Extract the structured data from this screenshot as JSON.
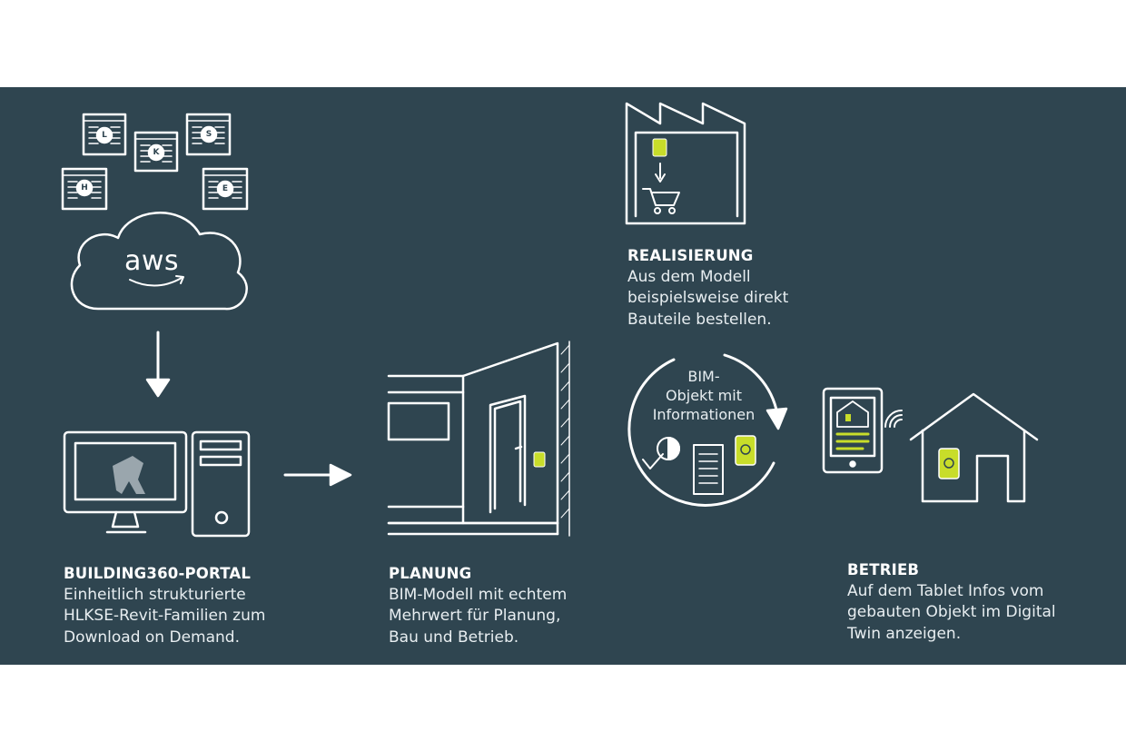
{
  "colors": {
    "panel": "#2f4550",
    "line": "#ffffff",
    "accent": "#c8dd2a"
  },
  "portal": {
    "title": "BUILDING360-PORTAL",
    "lines": [
      "Einheitlich strukturierte",
      "HLKSE-Revit-Familien zum",
      "Download on Demand."
    ],
    "cloud_label": "aws",
    "doc_letters": [
      "L",
      "K",
      "S",
      "H",
      "E"
    ]
  },
  "planung": {
    "title": "PLANUNG",
    "lines": [
      "BIM-Modell mit echtem",
      "Mehrwert für Planung,",
      "Bau und Betrieb."
    ]
  },
  "realisierung": {
    "title": "REALISIERUNG",
    "lines": [
      "Aus dem Modell",
      "beispielsweise direkt",
      "Bauteile bestellen."
    ]
  },
  "bim_cycle": {
    "lines": [
      "BIM-",
      "Objekt mit",
      "Informationen"
    ]
  },
  "betrieb": {
    "title": "BETRIEB",
    "lines": [
      "Auf dem Tablet Infos vom",
      "gebauten Objekt im Digital",
      "Twin anzeigen."
    ]
  },
  "icons": [
    "document-icon",
    "cloud-icon",
    "arrow-down-icon",
    "computer-icon",
    "revit-logo-icon",
    "arrow-right-icon",
    "room-icon",
    "factory-icon",
    "cart-icon",
    "cycle-arrow-icon",
    "pie-icon",
    "tablet-icon",
    "wifi-icon",
    "house-icon",
    "device-icon"
  ]
}
